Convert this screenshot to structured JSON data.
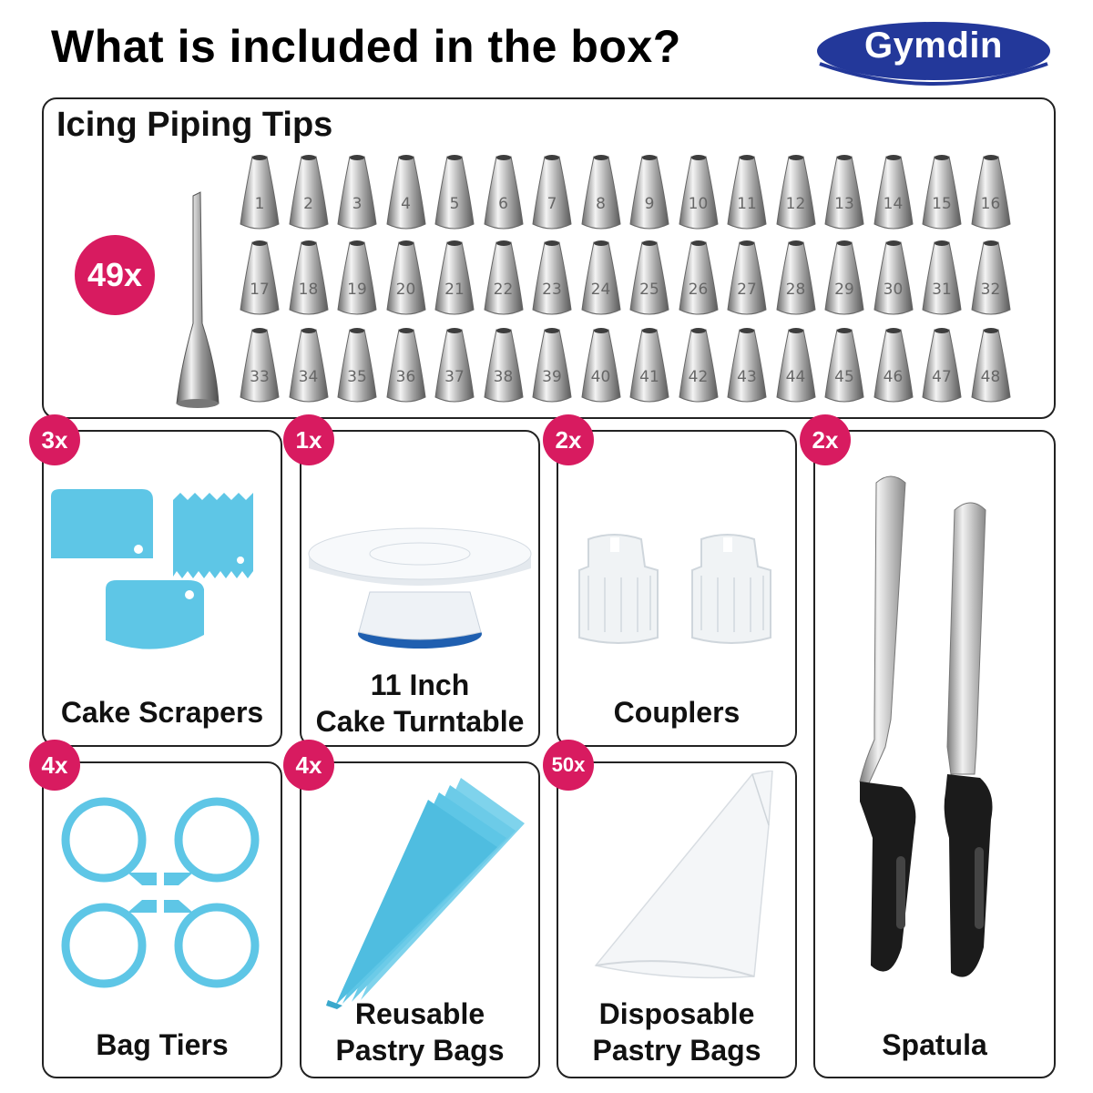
{
  "title": "What is included in the box?",
  "brand": "Gymdin",
  "tips_section": {
    "heading": "Icing Piping Tips",
    "count": "49x",
    "tip_numbers": [
      "1",
      "2",
      "3",
      "4",
      "5",
      "6",
      "7",
      "8",
      "9",
      "10",
      "11",
      "12",
      "13",
      "14",
      "15",
      "16",
      "17",
      "18",
      "19",
      "20",
      "21",
      "22",
      "23",
      "24",
      "25",
      "26",
      "27",
      "28",
      "29",
      "30",
      "31",
      "32",
      "33",
      "34",
      "35",
      "36",
      "37",
      "38",
      "39",
      "40",
      "41",
      "42",
      "43",
      "44",
      "45",
      "46",
      "47",
      "48"
    ]
  },
  "items": {
    "scrapers": {
      "count": "3x",
      "label": "Cake Scrapers"
    },
    "turntable": {
      "count": "1x",
      "label_line1": "11 Inch",
      "label_line2": "Cake Turntable"
    },
    "couplers": {
      "count": "2x",
      "label": "Couplers"
    },
    "spatula": {
      "count": "2x",
      "label": "Spatula"
    },
    "bag_tiers": {
      "count": "4x",
      "label": "Bag Tiers"
    },
    "reusable_bags": {
      "count": "4x",
      "label_line1": "Reusable",
      "label_line2": "Pastry Bags"
    },
    "disposable_bags": {
      "count": "50x",
      "label_line1": "Disposable",
      "label_line2": "Pastry Bags"
    }
  },
  "colors": {
    "badge": "#d81b60",
    "brand_blue": "#23389a",
    "silicone_blue": "#5ec6e6"
  }
}
